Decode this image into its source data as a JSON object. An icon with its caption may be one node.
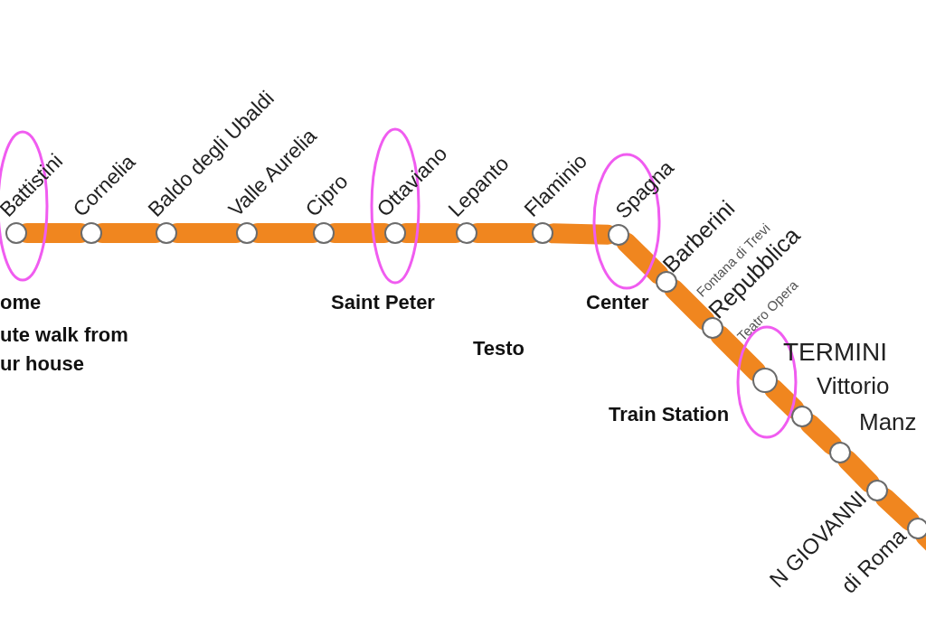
{
  "diagram": {
    "nodes": [
      {
        "text": [
          "Battistini"
        ]
      },
      {
        "text": [
          "Cornelia"
        ]
      },
      {
        "text": [
          "Baldo degli Ubaldi"
        ]
      },
      {
        "text": [
          "Valle Aurelia"
        ]
      },
      {
        "text": [
          "Cipro"
        ]
      },
      {
        "text": [
          "Ottaviano"
        ]
      },
      {
        "text": [
          "Lepanto"
        ]
      },
      {
        "text": [
          "Flaminio"
        ]
      },
      {
        "text": [
          "Spagna"
        ]
      },
      {
        "text": [
          "Barberini",
          "Fontana di Trevi"
        ]
      },
      {
        "text": [
          "Repubblica",
          "Teatro Opera"
        ]
      },
      {
        "text": [
          "TERMINI"
        ]
      },
      {
        "text": [
          "Vittorio"
        ]
      },
      {
        "text": [
          "Manz"
        ]
      },
      {
        "text": [
          "N GIOVANNI"
        ]
      },
      {
        "text": [
          "di Roma"
        ]
      }
    ],
    "edges": [
      {
        "from": 0,
        "to": 1,
        "arrow": "none"
      },
      {
        "from": 1,
        "to": 2,
        "arrow": "none"
      },
      {
        "from": 2,
        "to": 3,
        "arrow": "none"
      },
      {
        "from": 3,
        "to": 4,
        "arrow": "none"
      },
      {
        "from": 4,
        "to": 5,
        "arrow": "none"
      },
      {
        "from": 5,
        "to": 6,
        "arrow": "none"
      },
      {
        "from": 6,
        "to": 7,
        "arrow": "none"
      },
      {
        "from": 7,
        "to": 8,
        "arrow": "none"
      },
      {
        "from": 8,
        "to": 9,
        "arrow": "none"
      },
      {
        "from": 9,
        "to": 10,
        "arrow": "none"
      },
      {
        "from": 10,
        "to": 11,
        "arrow": "none"
      },
      {
        "from": 11,
        "to": 12,
        "arrow": "none"
      },
      {
        "from": 12,
        "to": 13,
        "arrow": "none"
      },
      {
        "from": 13,
        "to": 14,
        "arrow": "none"
      },
      {
        "from": 14,
        "to": 15,
        "arrow": "none"
      },
      {
        "from": 15,
        "to": null,
        "arrow": "none"
      }
    ],
    "labels": [
      "ome",
      "Saint Peter",
      "Center",
      "ute walk from",
      "Testo",
      "ur house",
      "Train Station"
    ]
  }
}
